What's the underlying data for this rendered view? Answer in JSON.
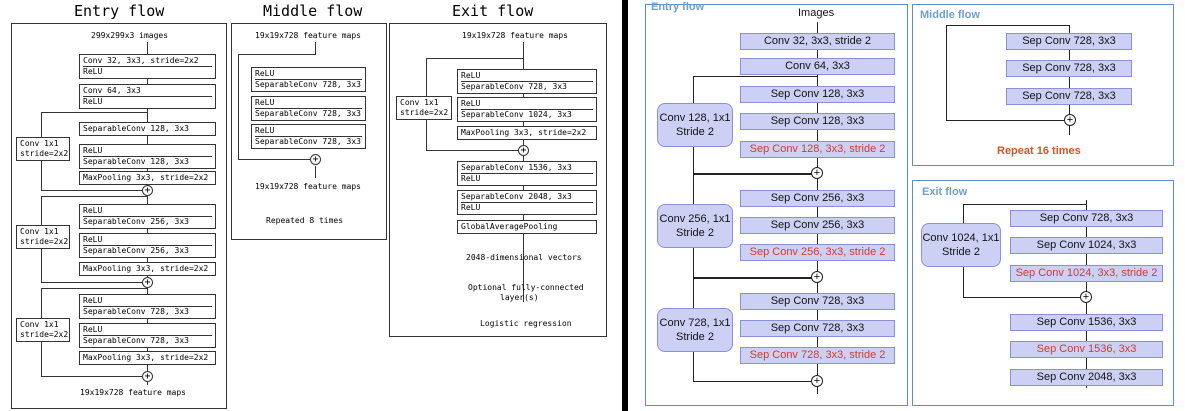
{
  "left": {
    "entry": {
      "title": "Entry flow",
      "input": "299x299x3 images",
      "blocks": [
        [
          "Conv 32, 3x3, stride=2x2",
          "ReLU"
        ],
        [
          "Conv 64, 3x3",
          "ReLU"
        ],
        [
          "SeparableConv 128, 3x3"
        ],
        [
          "ReLU",
          "SeparableConv 128, 3x3"
        ],
        [
          "MaxPooling 3x3, stride=2x2"
        ],
        [
          "ReLU",
          "SeparableConv 256, 3x3"
        ],
        [
          "ReLU",
          "SeparableConv 256, 3x3"
        ],
        [
          "MaxPooling 3x3, stride=2x2"
        ],
        [
          "ReLU",
          "SeparableConv 728, 3x3"
        ],
        [
          "ReLU",
          "SeparableConv 728, 3x3"
        ],
        [
          "MaxPooling 3x3, stride=2x2"
        ]
      ],
      "shortcuts": [
        [
          "Conv 1x1",
          "stride=2x2"
        ],
        [
          "Conv 1x1",
          "stride=2x2"
        ],
        [
          "Conv 1x1",
          "stride=2x2"
        ]
      ],
      "output": "19x19x728 feature maps"
    },
    "middle": {
      "title": "Middle flow",
      "input": "19x19x728 feature maps",
      "blocks": [
        [
          "ReLU",
          "SeparableConv 728, 3x3"
        ],
        [
          "ReLU",
          "SeparableConv 728, 3x3"
        ],
        [
          "ReLU",
          "SeparableConv 728, 3x3"
        ]
      ],
      "output": "19x19x728 feature maps",
      "repeat": "Repeated 8 times"
    },
    "exit": {
      "title": "Exit flow",
      "input": "19x19x728 feature maps",
      "blocks": [
        [
          "ReLU",
          "SeparableConv 728, 3x3"
        ],
        [
          "ReLU",
          "SeparableConv 1024, 3x3"
        ],
        [
          "MaxPooling 3x3, stride=2x2"
        ],
        [
          "SeparableConv 1536, 3x3",
          "ReLU"
        ],
        [
          "SeparableConv 2048, 3x3",
          "ReLU"
        ],
        [
          "GlobalAveragePooling"
        ]
      ],
      "shortcut": [
        "Conv 1x1",
        "stride=2x2"
      ],
      "after": [
        "2048-dimensional vectors",
        "Optional fully-connected",
        "layer(s)",
        "Logistic regression"
      ]
    }
  },
  "right": {
    "entry": {
      "title": "Entry flow",
      "input": "Images",
      "boxes": [
        {
          "label": "Conv 32, 3x3, stride 2",
          "red": false
        },
        {
          "label": "Conv 64, 3x3",
          "red": false
        },
        {
          "label": "Sep Conv 128, 3x3",
          "red": false
        },
        {
          "label": "Sep Conv 128, 3x3",
          "red": false
        },
        {
          "label": "Sep Conv 128, 3x3, stride 2",
          "red": true
        },
        {
          "label": "Sep Conv 256, 3x3",
          "red": false
        },
        {
          "label": "Sep Conv 256, 3x3",
          "red": false
        },
        {
          "label": "Sep Conv 256, 3x3, stride 2",
          "red": true
        },
        {
          "label": "Sep Conv 728, 3x3",
          "red": false
        },
        {
          "label": "Sep Conv 728, 3x3",
          "red": false
        },
        {
          "label": "Sep Conv 728, 3x3, stride 2",
          "red": true
        }
      ],
      "shortcuts": [
        "Conv 128, 1x1\nStride 2",
        "Conv 256, 1x1\nStride 2",
        "Conv 728, 1x1\nStride 2"
      ]
    },
    "middle": {
      "title": "Middle flow",
      "boxes": [
        "Sep Conv 728, 3x3",
        "Sep Conv 728, 3x3",
        "Sep Conv 728, 3x3"
      ],
      "repeat": "Repeat 16 times"
    },
    "exit": {
      "title": "Exit flow",
      "boxes": [
        {
          "label": "Sep Conv 728, 3x3",
          "red": false
        },
        {
          "label": "Sep Conv 1024, 3x3",
          "red": false
        },
        {
          "label": "Sep Conv 1024, 3x3, stride 2",
          "red": true
        },
        {
          "label": "Sep Conv 1536, 3x3",
          "red": false
        },
        {
          "label": "Sep Conv 1536, 3x3",
          "red": true
        },
        {
          "label": "Sep Conv 2048, 3x3",
          "red": false
        }
      ],
      "shortcut": "Conv 1024, 1x1\nStride 2"
    },
    "colors": {
      "box_fill": "#cdd0f5",
      "box_border": "#8b8fd6",
      "panel_border": "#5b8ec6",
      "title": "#6f9fd0",
      "highlight": "#d23a2e",
      "repeat": "#d4542f"
    }
  }
}
